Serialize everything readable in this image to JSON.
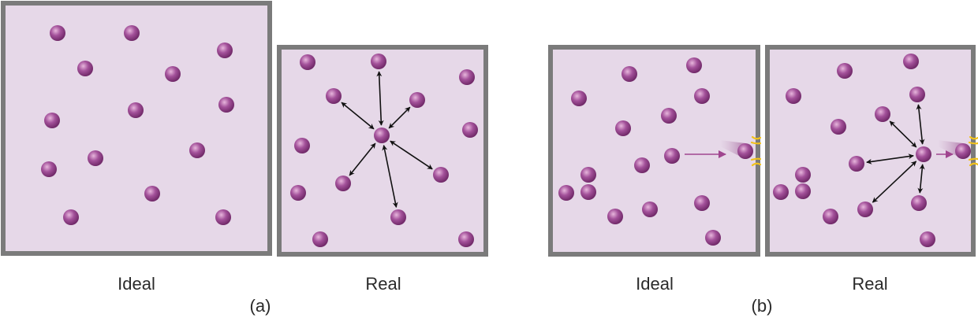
{
  "colors": {
    "box_fill": "#e6d8e8",
    "box_border": "#7b7b7b",
    "molecule": "#9c4a8e",
    "arrow": "#111111",
    "motion_arrow": "#a0458f",
    "impact": "#f2c21b"
  },
  "panels": {
    "a_ideal": {
      "label": "Ideal"
    },
    "a_real": {
      "label": "Real"
    },
    "b_ideal": {
      "label": "Ideal"
    },
    "b_real": {
      "label": "Real"
    }
  },
  "captions": {
    "a": "(a)",
    "b": "(b)"
  }
}
